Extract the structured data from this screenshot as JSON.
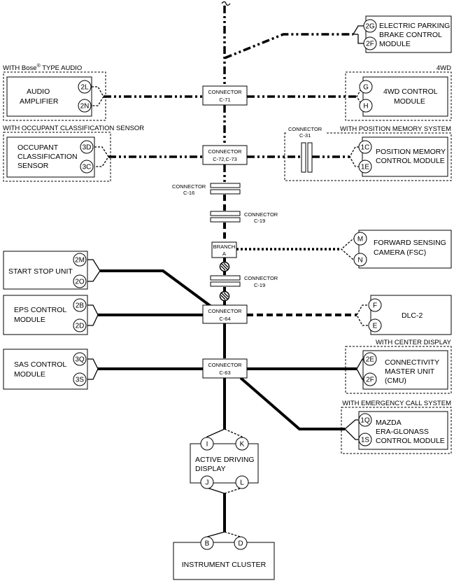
{
  "modules": {
    "epb": {
      "line1": "ELECTRIC PARKING",
      "line2": "BRAKE CONTROL",
      "line3": "MODULE",
      "pin_top": "2G",
      "pin_bot": "2F"
    },
    "audio": {
      "group": "WITH Bose",
      "reg": "®",
      "group_tail": " TYPE AUDIO",
      "line1": "AUDIO",
      "line2": "AMPLIFIER",
      "pin_top": "2L",
      "pin_bot": "2N"
    },
    "fwd": {
      "group": "4WD",
      "line1": "4WD CONTROL",
      "line2": "MODULE",
      "pin_top": "G",
      "pin_bot": "H"
    },
    "ocs": {
      "group": "WITH OCCUPANT CLASSIFICATION SENSOR",
      "line1": "OCCUPANT",
      "line2": "CLASSIFICATION",
      "line3": "SENSOR",
      "pin_top": "3D",
      "pin_bot": "3C"
    },
    "pos": {
      "group": "WITH POSITION MEMORY SYSTEM",
      "line1": "POSITION MEMORY",
      "line2": "CONTROL MODULE",
      "pin_top": "1C",
      "pin_bot": "1E"
    },
    "fsc": {
      "line1": "FORWARD SENSING",
      "line2": "CAMERA (FSC)",
      "pin_top": "M",
      "pin_bot": "N"
    },
    "ssu": {
      "line1": "START STOP UNIT",
      "pin_top": "2M",
      "pin_bot": "2O"
    },
    "eps": {
      "line1": "EPS CONTROL",
      "line2": "MODULE",
      "pin_top": "2B",
      "pin_bot": "2D"
    },
    "dlc": {
      "line1": "DLC-2",
      "pin_top": "F",
      "pin_bot": "E"
    },
    "sas": {
      "line1": "SAS CONTROL",
      "line2": "MODULE",
      "pin_top": "3Q",
      "pin_bot": "3S"
    },
    "cmu": {
      "group": "WITH CENTER DISPLAY",
      "line1": "CONNECTIVITY",
      "line2": "MASTER UNIT",
      "line3": "(CMU)",
      "pin_top": "2E",
      "pin_bot": "2F"
    },
    "era": {
      "group": "WITH EMERGENCY CALL SYSTEM",
      "line1": "MAZDA",
      "line2": "ERA-GLONASS",
      "line3": "CONTROL MODULE",
      "pin_top": "1Q",
      "pin_bot": "1S"
    },
    "add": {
      "line1": "ACTIVE DRIVING",
      "line2": "DISPLAY",
      "pin_tl": "I",
      "pin_tr": "K",
      "pin_bl": "J",
      "pin_br": "L"
    },
    "ic": {
      "line1": "INSTRUMENT CLUSTER",
      "pin_l": "B",
      "pin_r": "D"
    }
  },
  "connectors": {
    "c71": {
      "label": "CONNECTOR",
      "id": "C-71"
    },
    "c72": {
      "label": "CONNECTOR",
      "id": "C-72,C-73"
    },
    "c16": {
      "label": "CONNECTOR",
      "id": "C-16"
    },
    "c19a": {
      "label": "CONNECTOR",
      "id": "C-19"
    },
    "branch": {
      "label": "BRANCH",
      "id": "A"
    },
    "c19b": {
      "label": "CONNECTOR",
      "id": "C-19"
    },
    "c64": {
      "label": "CONNECTOR",
      "id": "C-64"
    },
    "c63": {
      "label": "CONNECTOR",
      "id": "C-63"
    },
    "c31": {
      "label": "CONNECTOR",
      "id": "C-31"
    }
  }
}
